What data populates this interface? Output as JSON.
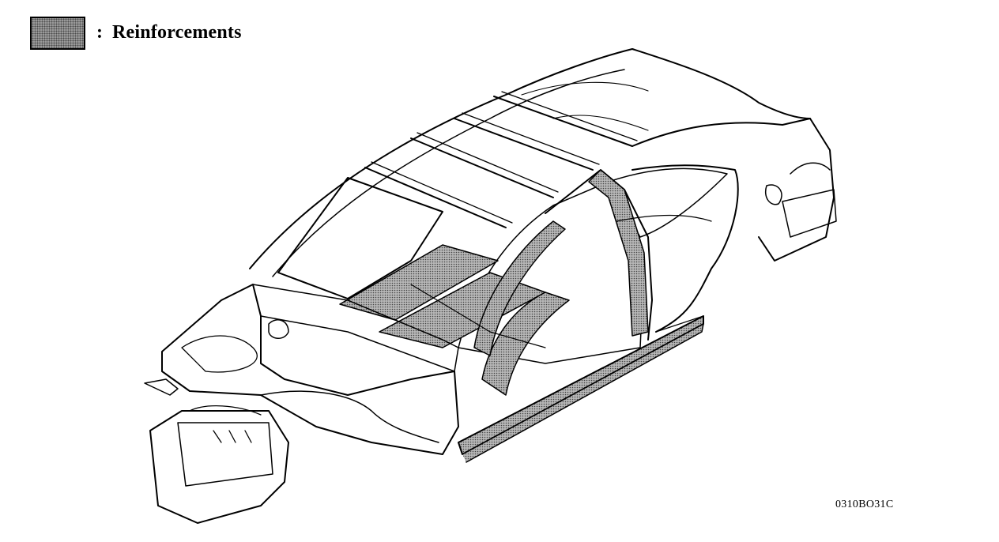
{
  "legend": {
    "colon": ":",
    "label": "Reinforcements",
    "swatch_color": "#9a9a9a"
  },
  "figure_id": "0310BO31C",
  "diagram": {
    "subject": "body-in-white-car-structure",
    "reinforcement_fill": "#9a9a9a",
    "line_color": "#000000"
  }
}
